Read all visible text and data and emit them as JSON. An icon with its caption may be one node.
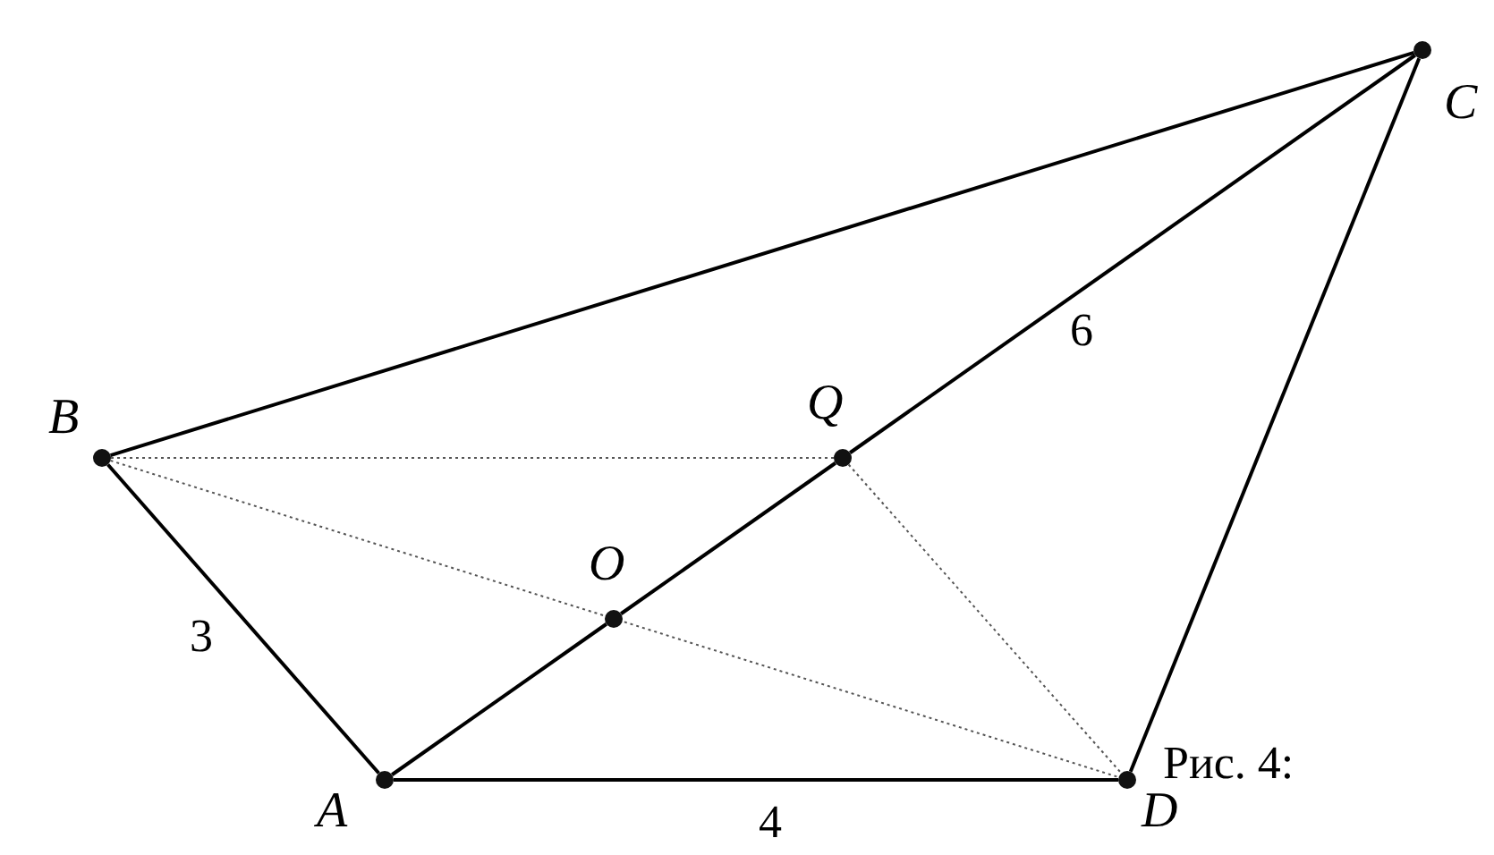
{
  "diagram": {
    "caption": "Рис. 4:",
    "nodes": [
      {
        "text": [],
        "shape": "circle",
        "beside": [
          "A"
        ]
      },
      {
        "text": [],
        "shape": "circle",
        "beside": [
          "B"
        ]
      },
      {
        "text": [],
        "shape": "circle",
        "beside": [
          "C"
        ]
      },
      {
        "text": [],
        "shape": "circle",
        "beside": [
          "D"
        ]
      },
      {
        "text": [],
        "shape": "circle",
        "beside": [
          "O"
        ]
      },
      {
        "text": [],
        "shape": "circle",
        "beside": [
          "Q"
        ]
      }
    ],
    "edges": [
      {
        "from": 0,
        "to": 1,
        "arrow": "none",
        "label": "3"
      },
      {
        "from": 1,
        "to": 2,
        "arrow": "none"
      },
      {
        "from": 2,
        "to": 3,
        "arrow": "none"
      },
      {
        "from": 0,
        "to": 3,
        "arrow": "none",
        "label": "4"
      },
      {
        "from": 0,
        "to": 4,
        "arrow": "none"
      },
      {
        "from": 4,
        "to": 5,
        "arrow": "none"
      },
      {
        "from": 5,
        "to": 2,
        "arrow": "none",
        "label": "6"
      },
      {
        "from": 1,
        "to": 5,
        "arrow": "none",
        "style": "dashed"
      },
      {
        "from": 1,
        "to": 3,
        "arrow": "none",
        "style": "dashed"
      },
      {
        "from": 5,
        "to": 3,
        "arrow": "none",
        "style": "dashed"
      }
    ]
  }
}
